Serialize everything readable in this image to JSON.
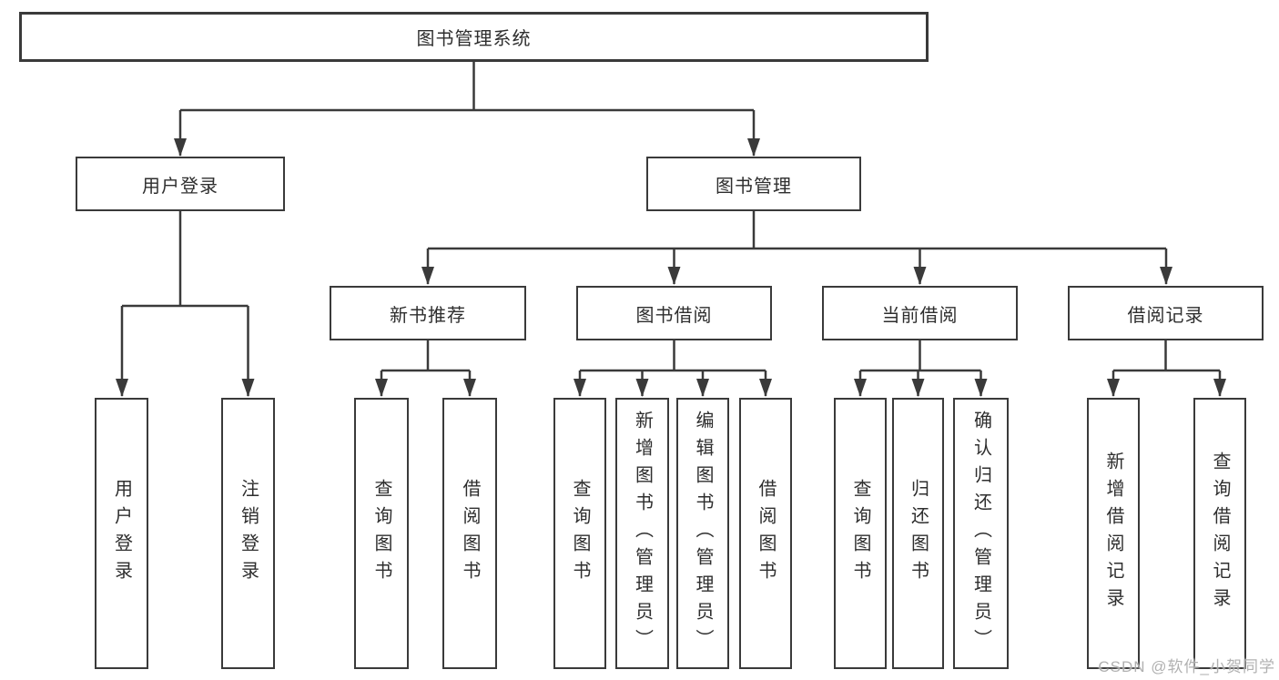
{
  "diagram": {
    "title": "图书管理系统",
    "root": {
      "label": "图书管理系统"
    },
    "level2": [
      {
        "label": "用户登录"
      },
      {
        "label": "图书管理"
      }
    ],
    "level3": [
      {
        "label": "新书推荐"
      },
      {
        "label": "图书借阅"
      },
      {
        "label": "当前借阅"
      },
      {
        "label": "借阅记录"
      }
    ],
    "leaves": {
      "user_login": [
        "用户登录",
        "注销登录"
      ],
      "new_books": [
        "查询图书",
        "借阅图书"
      ],
      "book_borrow": [
        "查询图书",
        "新增图书（管理员）",
        "编辑图书（管理员）",
        "借阅图书"
      ],
      "current_borrow": [
        "查询图书",
        "归还图书",
        "确认归还（管理员）"
      ],
      "borrow_records": [
        "新增借阅记录",
        "查询借阅记录"
      ]
    }
  },
  "watermark": "CSDN @软件_小贺同学",
  "colors": {
    "line": "#3a3a3a",
    "text": "#2e2e2e",
    "box_fill": "#ffffff",
    "watermark": "#a8a8a8",
    "background": "#ffffff"
  }
}
